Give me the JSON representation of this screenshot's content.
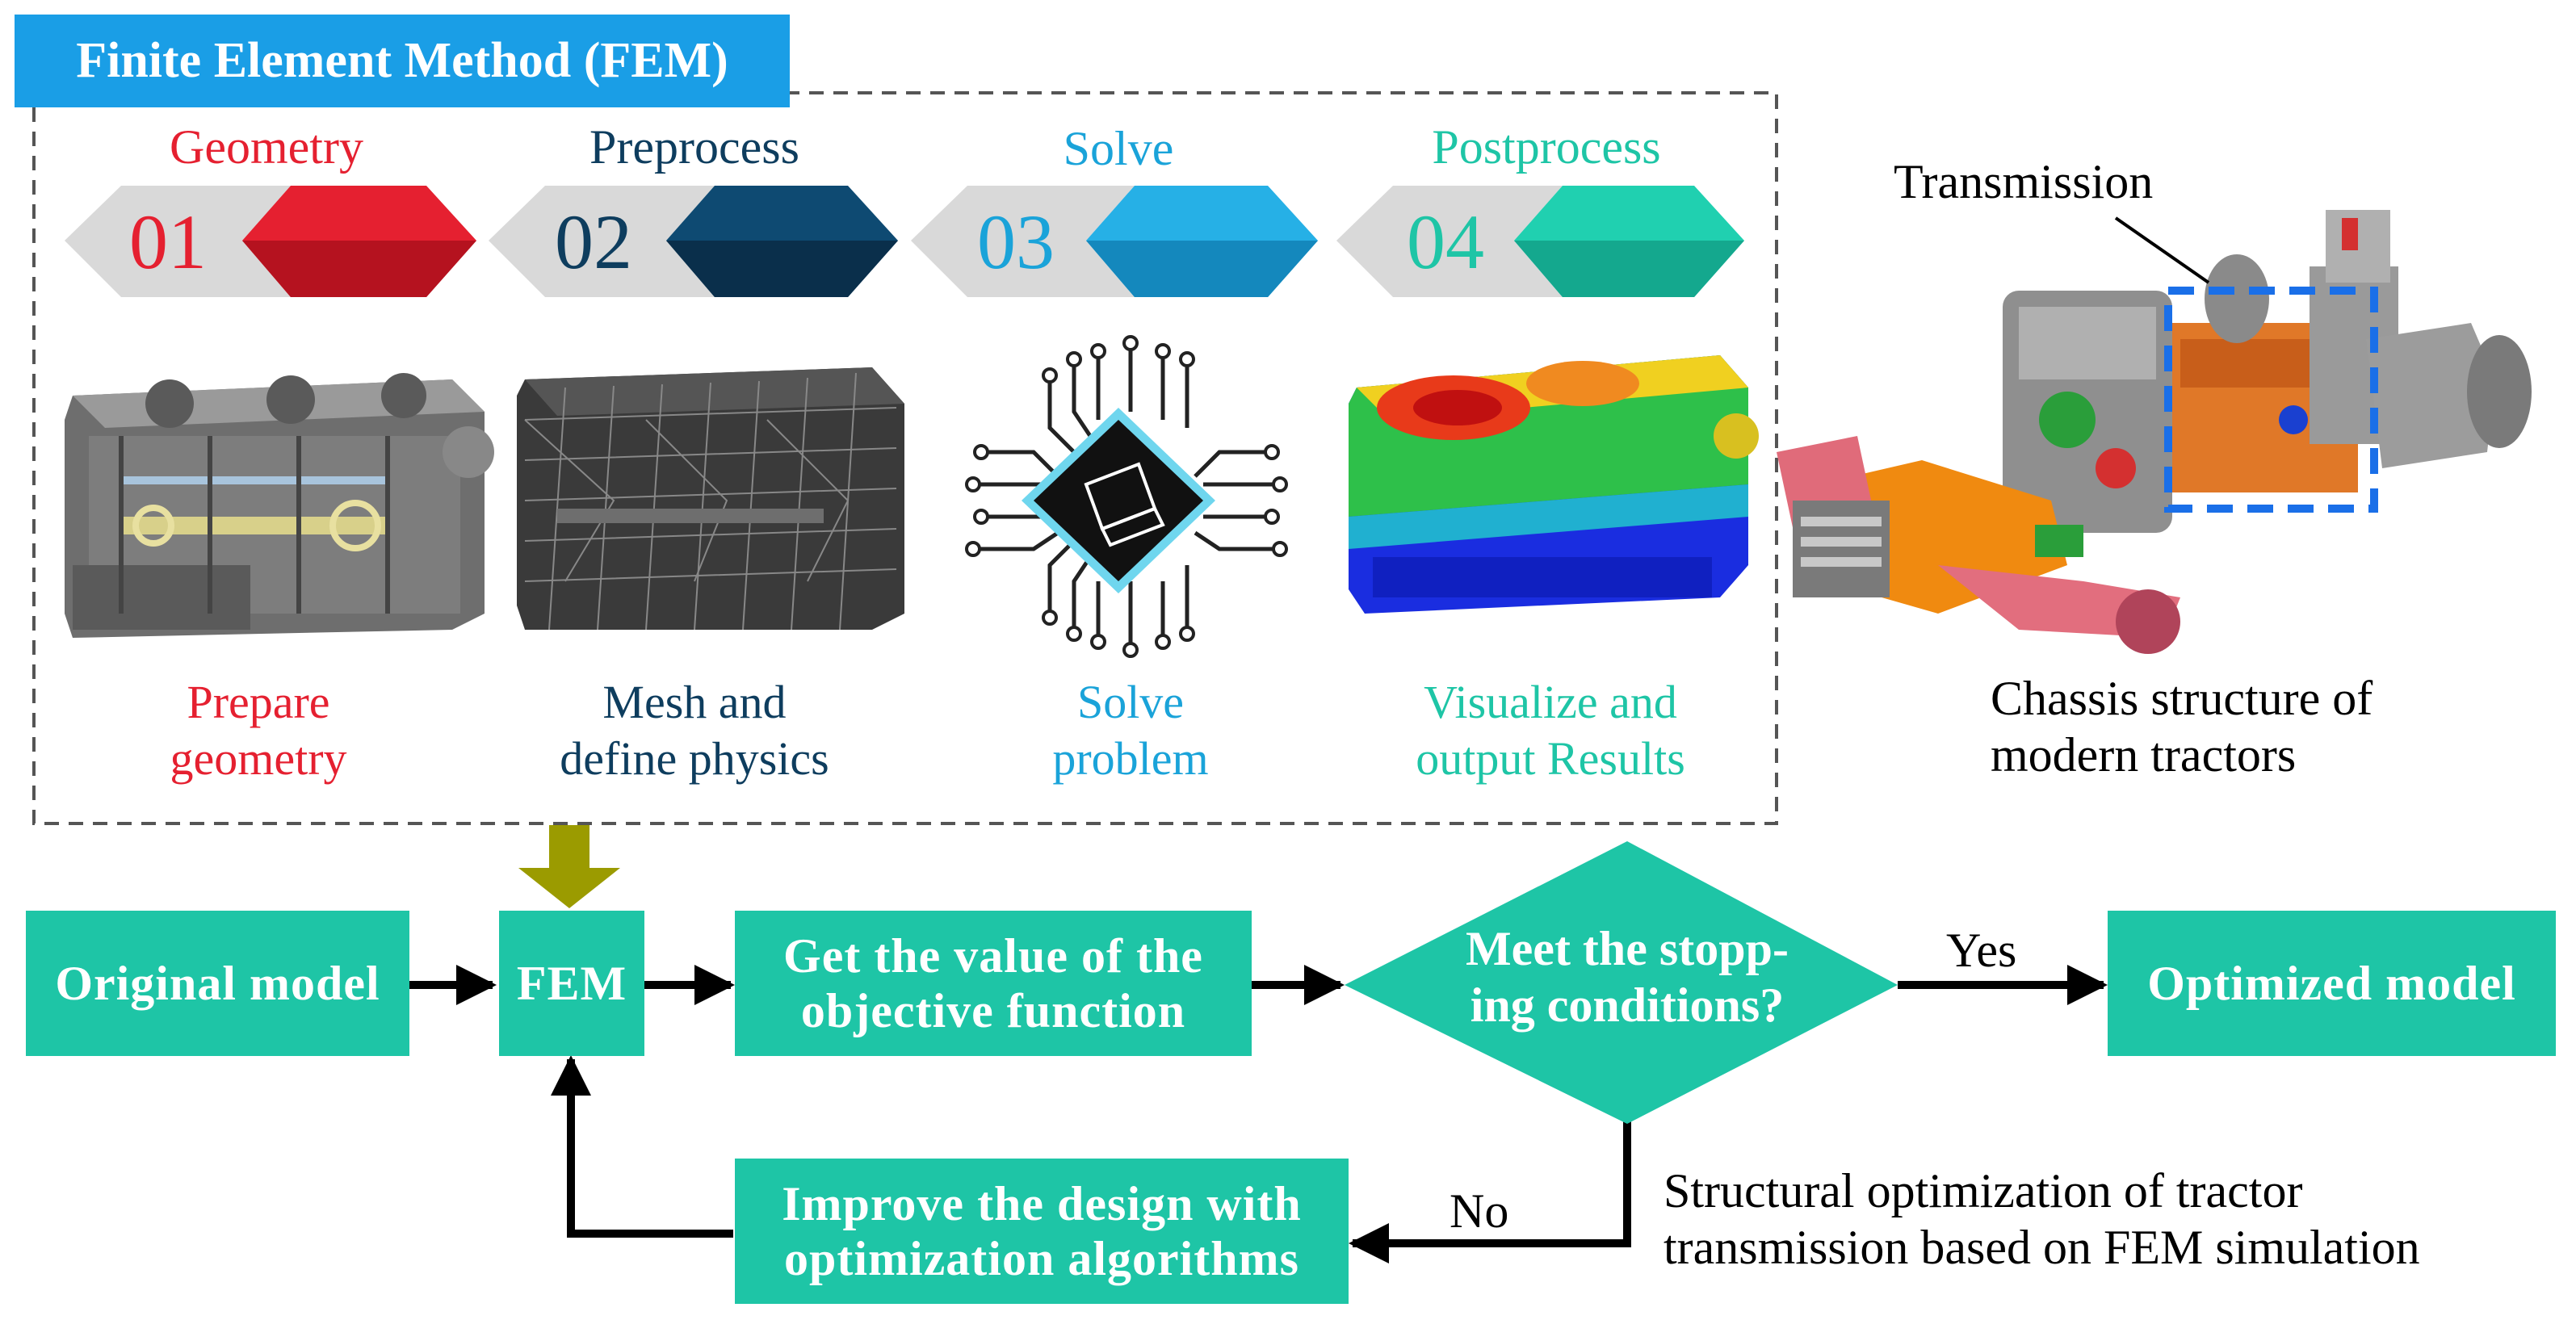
{
  "banner": {
    "title": "Finite Element Method (FEM)"
  },
  "colors": {
    "geometry": "#e52030",
    "preprocess": "#0e3d5e",
    "solve": "#1aa3d9",
    "postprocess": "#1ec5a6",
    "flow_box": "#1ec5a6",
    "banner": "#1a9ee6",
    "highlight": "#1a6fe8",
    "fem_arrow": "#9b9b00"
  },
  "steps": [
    {
      "title": "Geometry",
      "number": "01",
      "desc_line1": "Prepare",
      "desc_line2": "geometry"
    },
    {
      "title": "Preprocess",
      "number": "02",
      "desc_line1": "Mesh and",
      "desc_line2": "define physics"
    },
    {
      "title": "Solve",
      "number": "03",
      "desc_line1": "Solve",
      "desc_line2": "problem"
    },
    {
      "title": "Postprocess",
      "number": "04",
      "desc_line1": "Visualize and",
      "desc_line2": "output Results"
    }
  ],
  "chassis": {
    "callout": "Transmission",
    "caption_line1": "Chassis structure of",
    "caption_line2": "modern tractors"
  },
  "flow": {
    "original": "Original model",
    "fem": "FEM",
    "objective_line1": "Get the value of the",
    "objective_line2": "objective function",
    "decision_line1": "Meet the stopp-",
    "decision_line2": "ing conditions?",
    "optimized": "Optimized model",
    "improve_line1": "Improve the design with",
    "improve_line2": "optimization algorithms",
    "yes_label": "Yes",
    "no_label": "No"
  },
  "caption": {
    "line1": "Structural optimization of tractor",
    "line2": "transmission based on FEM simulation"
  }
}
